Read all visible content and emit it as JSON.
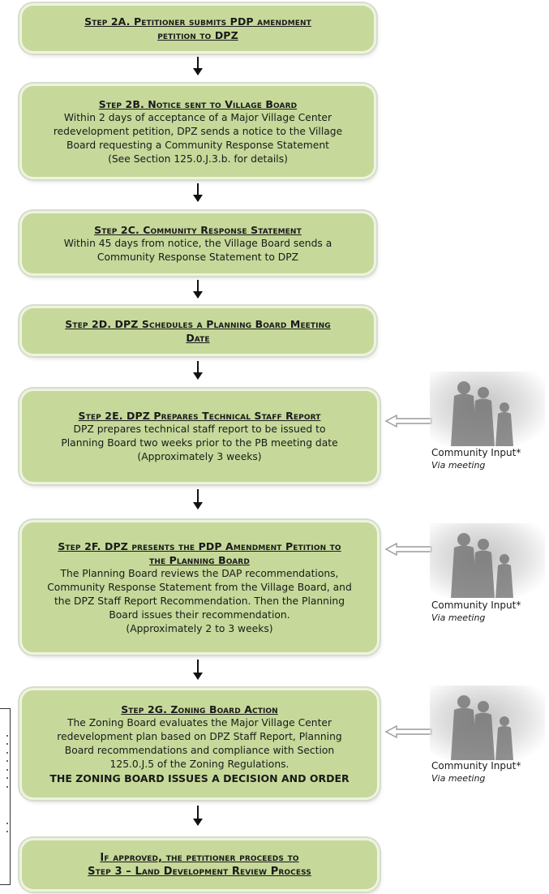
{
  "steps": {
    "s2a": {
      "title_line1": "Step 2A. Petitioner submits PDP amendment",
      "title_line2": "petition to DPZ"
    },
    "s2b": {
      "title": "Step 2B. Notice sent to Village Board",
      "lines": [
        "Within 2 days of acceptance of a Major Village Center",
        "redevelopment petition, DPZ sends a notice to the Village",
        "Board requesting a Community Response Statement",
        "(See Section 125.0.J.3.b. for details)"
      ]
    },
    "s2c": {
      "title": "Step 2C. Community Response Statement",
      "lines": [
        "Within 45 days from notice, the Village Board sends a",
        "Community Response Statement to DPZ"
      ]
    },
    "s2d": {
      "title_line1": "Step 2D. DPZ Schedules a Planning Board Meeting",
      "title_line2": "Date"
    },
    "s2e": {
      "title": "Step 2E. DPZ Prepares Technical Staff Report",
      "lines": [
        "DPZ prepares technical staff report to be issued to",
        "Planning Board two weeks prior to the PB meeting date",
        "(Approximately 3 weeks)"
      ]
    },
    "s2f": {
      "title_line1": "Step 2F. DPZ presents the PDP Amendment Petition to",
      "title_line2": "the Planning Board",
      "lines": [
        "The Planning Board reviews the DAP recommendations,",
        "Community Response Statement from the Village Board, and",
        "the DPZ Staff Report Recommendation.  Then the Planning",
        "Board issues their recommendation.",
        "(Approximately 2 to 3 weeks)"
      ]
    },
    "s2g": {
      "title": "Step 2G. Zoning Board Action",
      "lines": [
        "The Zoning Board evaluates the Major Village Center",
        "redevelopment plan based on DPZ Staff Report, Planning",
        "Board recommendations and compliance with Section",
        "125.0.J.5 of the Zoning Regulations."
      ],
      "decision": "THE ZONING BOARD ISSUES A DECISION AND ORDER"
    },
    "s3": {
      "title_line1": "If approved, the petitioner proceeds to",
      "title_line2": "Step 3 – Land Development Review Process"
    }
  },
  "community_input": {
    "label": "Community Input*",
    "sub": "Via meeting"
  },
  "colors": {
    "box_fill": "#c6d99a",
    "box_border": "#d7dccb",
    "arrow": "#111111"
  }
}
